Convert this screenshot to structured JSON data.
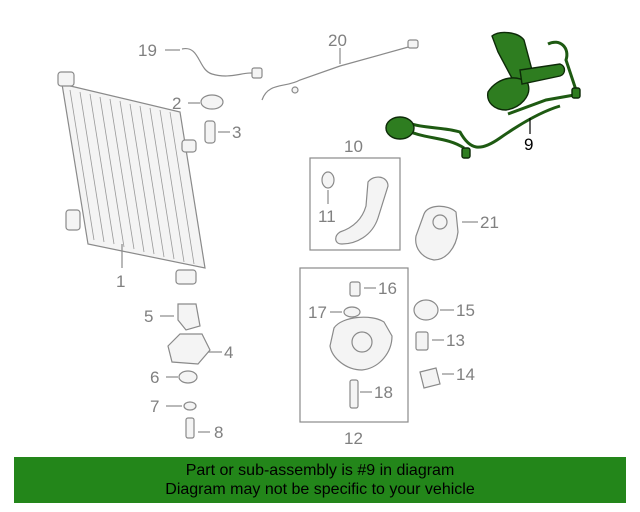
{
  "callouts": {
    "c1": "1",
    "c2": "2",
    "c3": "3",
    "c4": "4",
    "c5": "5",
    "c6": "6",
    "c7": "7",
    "c8": "8",
    "c9": "9",
    "c10": "10",
    "c11": "11",
    "c12": "12",
    "c13": "13",
    "c14": "14",
    "c15": "15",
    "c16": "16",
    "c17": "17",
    "c18": "18",
    "c19": "19",
    "c20": "20",
    "c21": "21"
  },
  "banner": {
    "line1": "Part or sub-assembly is #9 in diagram",
    "line2": "Diagram may not be specific to your vehicle"
  },
  "colors": {
    "highlight": "#2e7d20",
    "banner_bg": "#23861a",
    "part_stroke": "#8a8a8a"
  }
}
